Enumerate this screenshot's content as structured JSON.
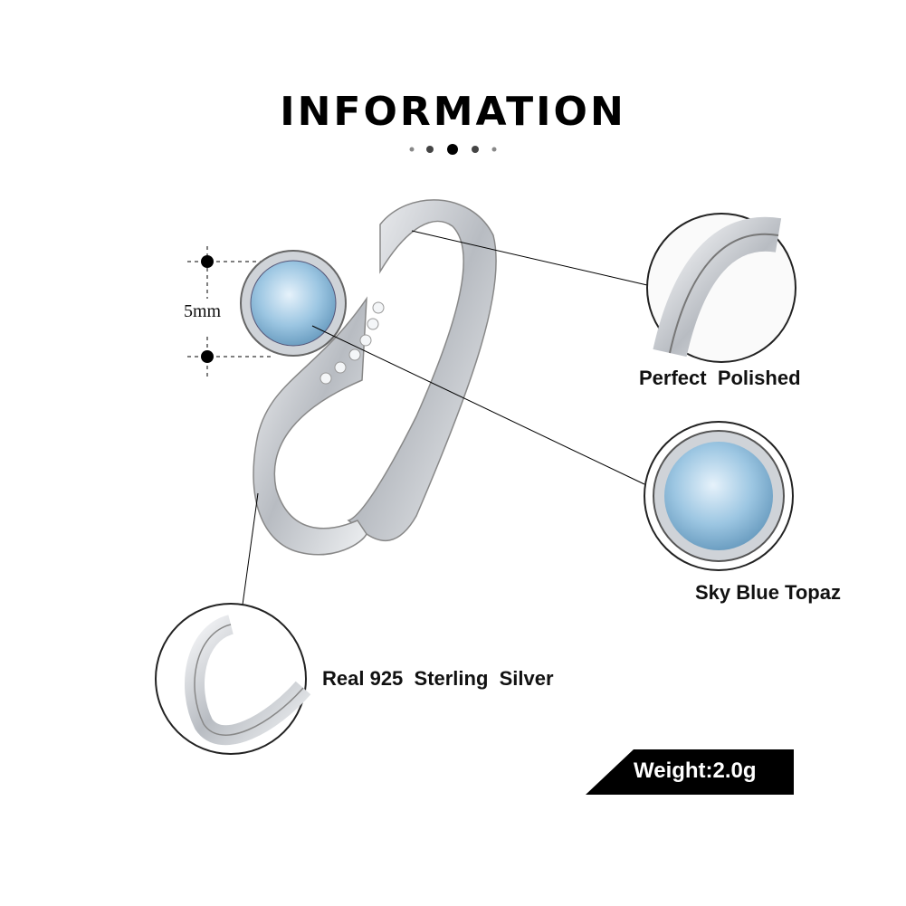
{
  "title": "INFORMATION",
  "dimension_label": "5mm",
  "features": {
    "polish": "Perfect  Polished",
    "stone": "Sky Blue Topaz",
    "material": "Real 925  Sterling  Silver"
  },
  "weight_label": "Weight:2.0g",
  "colors": {
    "topaz": "#9cc6e2",
    "silver": "#d9dce0",
    "banner": "#000000"
  }
}
